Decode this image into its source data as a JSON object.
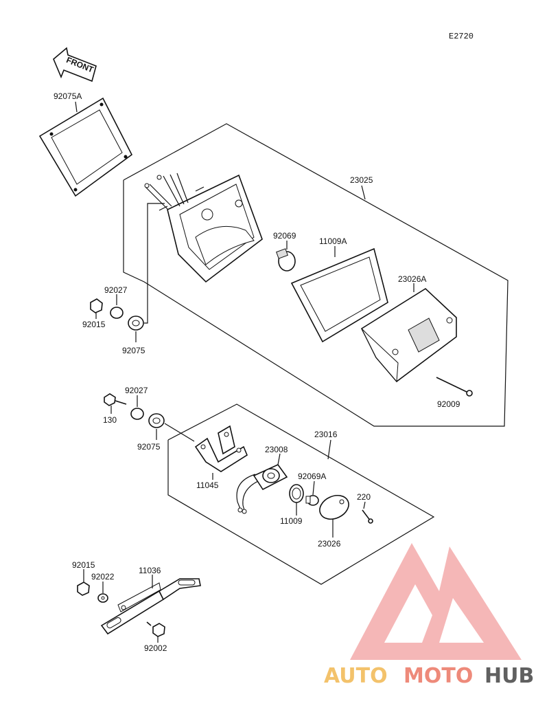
{
  "diagram": {
    "code": "E2720",
    "front_label": "FRONT",
    "parts": {
      "p92075A": "92075A",
      "p23025": "23025",
      "p92069": "92069",
      "p11009A": "11009A",
      "p23026A": "23026A",
      "p92027a": "92027",
      "p92015a": "92015",
      "p92075a": "92075",
      "p92009": "92009",
      "p92027b": "92027",
      "p130": "130",
      "p92075b": "92075",
      "p23016": "23016",
      "p23008": "23008",
      "p92069A": "92069A",
      "p11045": "11045",
      "p220": "220",
      "p11009": "11009",
      "p23026": "23026",
      "p92015b": "92015",
      "p92022": "92022",
      "p11036": "11036",
      "p92002": "92002"
    }
  },
  "watermark": {
    "part1": "AUTO",
    "part2": "MOTO",
    "part3": "HUB",
    "colors": {
      "auto": "#f3c26b",
      "moto": "#ee8a7a",
      "hub": "#606060",
      "logo": "#f2a0a0"
    }
  }
}
